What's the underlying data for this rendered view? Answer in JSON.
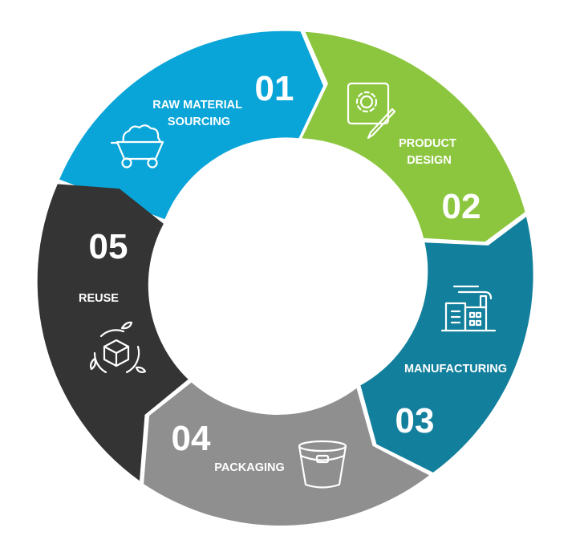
{
  "stages": [
    {
      "number": "01",
      "label_lines": [
        "RAW MATERIAL",
        "SOURCING"
      ],
      "icon": "mine-cart-icon",
      "color": "#0aa5d8"
    },
    {
      "number": "02",
      "label_lines": [
        "PRODUCT",
        "DESIGN"
      ],
      "icon": "gear-pencil-design-icon",
      "color": "#8cc63f"
    },
    {
      "number": "03",
      "label_lines": [
        "MANUFACTURING"
      ],
      "icon": "factory-icon",
      "color": "#127f9c"
    },
    {
      "number": "04",
      "label_lines": [
        "PACKAGING"
      ],
      "icon": "bucket-icon",
      "color": "#8f8f8f"
    },
    {
      "number": "05",
      "label_lines": [
        "REUSE"
      ],
      "icon": "recycle-box-icon",
      "color": "#333433"
    }
  ]
}
